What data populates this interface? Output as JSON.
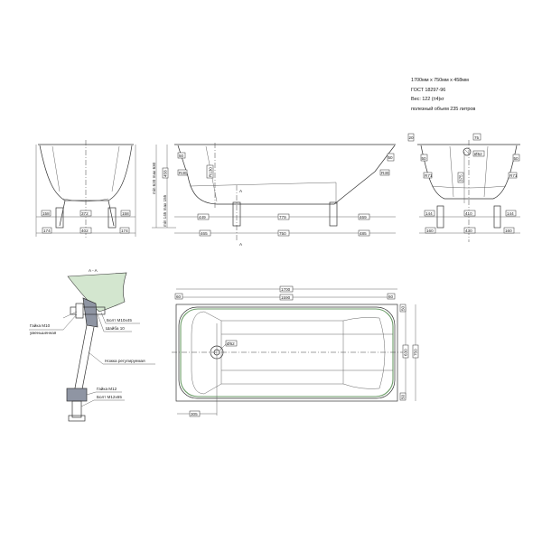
{
  "specs": {
    "dimensions": "1700мм х 750мм х 458мм",
    "standard": "ГОСТ 18297-96",
    "weight": "Вес: 122 (±4)кг",
    "volume": "полезный объем 235 литров"
  },
  "front_view": {
    "dims": {
      "left_offset": "158",
      "inner": "372",
      "right_offset": "158",
      "foot_left": "174",
      "foot_span": "402",
      "foot_right": "174"
    }
  },
  "side_view": {
    "dims": {
      "height_total": "min 620 max 630",
      "height_rim": "458",
      "height_leg": "min 145 max 155",
      "rim_top": "50",
      "slope_a": "R30",
      "slope_b": "R130",
      "section_mark": "A",
      "left_leg": "449",
      "leg_span": "779",
      "right_leg": "469",
      "left_leg_base": "465",
      "base_span": "750",
      "right_leg_base": "485",
      "slope_right": "R30",
      "rim_right": "50"
    }
  },
  "end_view": {
    "dims": {
      "rim_thk": "20",
      "drain_offset": "75",
      "drain_dia": "Ø52",
      "drain_height": "375",
      "rim_left": "50",
      "rim_right": "50",
      "slope_left": "R71",
      "slope_right": "R71",
      "left_offset": "144",
      "inner": "410",
      "right_offset": "144",
      "foot_left": "160",
      "foot_span": "430",
      "foot_right": "160"
    }
  },
  "section_detail": {
    "title": "A - A",
    "callouts": {
      "nut_m10": "Гайка М10",
      "nut_m10_sub": "уменьшенная",
      "bolt_m10": "Болт М10х45",
      "washer": "Шайба 10",
      "leg": "Ножка регулируемая",
      "nut_m12": "Гайка М12",
      "bolt_m12": "Болт М12х65"
    }
  },
  "top_view": {
    "dims": {
      "length_total": "1700",
      "length_inner": "1590",
      "rim_left": "60",
      "rim_right": "60",
      "drain_dia": "Ø52",
      "drain_offset": "305",
      "width_total": "750",
      "width_inner": "630",
      "rim_top": "50",
      "rim_bottom": "50"
    }
  },
  "colors": {
    "enamel_green": "#6e9e6a",
    "section_fill": "#d3e6cf",
    "line": "#333333"
  }
}
